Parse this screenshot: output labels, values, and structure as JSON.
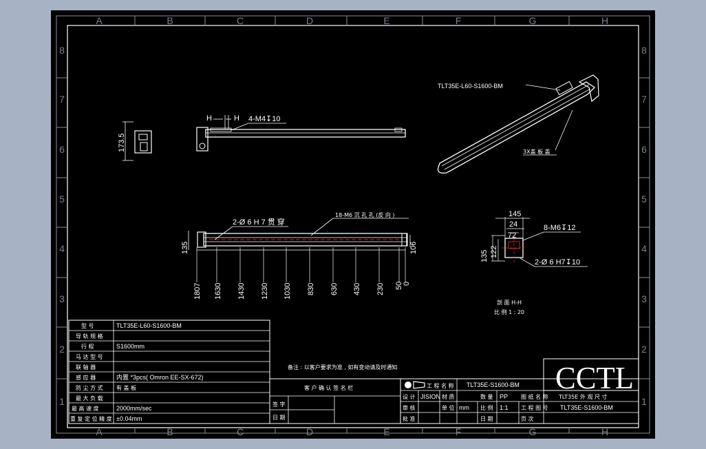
{
  "zones": {
    "columns": [
      "A",
      "B",
      "C",
      "D",
      "E",
      "F",
      "G",
      "H"
    ],
    "rows": [
      "8",
      "7",
      "6",
      "5",
      "4",
      "3",
      "2",
      "1"
    ]
  },
  "iso_view": {
    "model_label": "TLT35E-L60-S1600-BM",
    "cover_label": "3X盖 板 盖"
  },
  "side_view": {
    "section_mark_left": "H",
    "section_mark_right": "H",
    "hole_callout": "4-M4↧10",
    "end_height": "173.5"
  },
  "top_view": {
    "pin_callout": "2-Ø 6  H 7 贯 穿",
    "thread_callout": "18-M6 沉 孔 孔 (反 向 )",
    "height_left": "135",
    "height_right": "106",
    "positions": [
      "1807",
      "1630",
      "1430",
      "1230",
      "1030",
      "830",
      "630",
      "430",
      "230",
      "50",
      "0"
    ]
  },
  "section_view": {
    "dim_width": "145",
    "dim_slot": "24",
    "dim_offset": "72",
    "dim_height": "135",
    "dim_inner": "122",
    "thread_callout": "8-M6↧12",
    "pin_callout": "2-Ø 6  H7↧10",
    "title": "剖 面 H-H",
    "scale": "比 例 1 : 20"
  },
  "note": "备注 : 以客户要求为准 , 如有变动请及时通知",
  "spec_table": {
    "rows": [
      {
        "label": "型 号",
        "value": "TLT35E-L60-S1600-BM"
      },
      {
        "label": "导 轨 规 格",
        "value": ""
      },
      {
        "label": "行 程",
        "value": "S1600mm"
      },
      {
        "label": "马 达 型 号",
        "value": ""
      },
      {
        "label": "联 轴 器",
        "value": ""
      },
      {
        "label": "感 应 器",
        "value": "内置 *3pcs( Omron EE-SX-672)"
      },
      {
        "label": "防 尘 方 式",
        "value": "有 盖 板"
      },
      {
        "label": "最 大 负 载",
        "value": ""
      },
      {
        "label": "最 高 速 度",
        "value": "2000mm/sec"
      },
      {
        "label": "重 复 定 位 精 度",
        "value": "±0.04mm"
      }
    ]
  },
  "title_block": {
    "confirm_header": "客 户 确 认 签 名 栏",
    "sign_label": "签 字",
    "date_label": "日 期",
    "projection_label": "工 程 名 称",
    "drawing_number": "TLT35E-S1600-BM",
    "logo": "CCTL",
    "design_label": "设 计",
    "designer": "JISION",
    "material_label": "材 质",
    "material": "",
    "qty_label": "数 量",
    "qty": "PP",
    "part_name_label": "图 纸 名 称",
    "check_label": "审 核",
    "unit_label": "单 位",
    "unit": "mm",
    "scale_label": "比 例",
    "scale": "1:1",
    "drawing_no_label": "工 程 图 号",
    "approve_label": "批 准",
    "date2_label": "日 期",
    "sheet_label": "页 次",
    "product_name": "TLT35E 外 观 尺 寸",
    "product_code": "TLT35E-S1600-BM"
  }
}
